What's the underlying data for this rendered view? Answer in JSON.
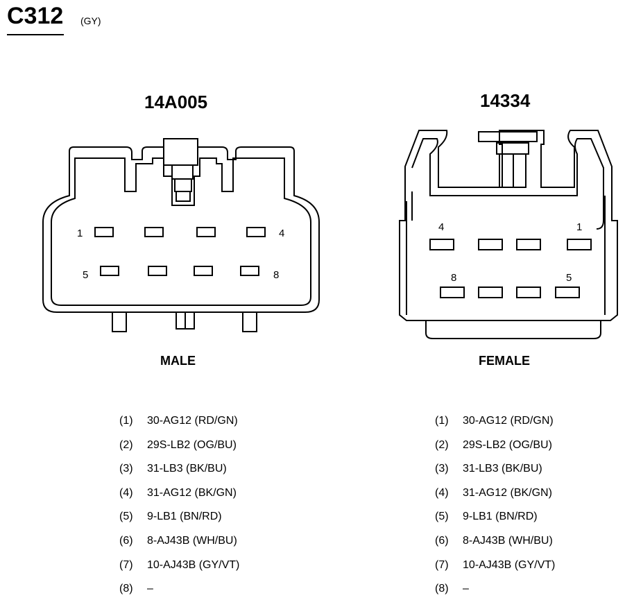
{
  "connector": {
    "id": "C312",
    "color_code": "(GY)"
  },
  "male": {
    "part_number": "14A005",
    "label": "MALE",
    "pins": [
      "1",
      "4",
      "5",
      "8"
    ]
  },
  "female": {
    "part_number": "14334",
    "label": "FEMALE",
    "pins": [
      "4",
      "1",
      "8",
      "5"
    ]
  },
  "pinout_male": [
    {
      "pin": "(1)",
      "wire": "30-AG12 (RD/GN)"
    },
    {
      "pin": "(2)",
      "wire": "29S-LB2 (OG/BU)"
    },
    {
      "pin": "(3)",
      "wire": "31-LB3 (BK/BU)"
    },
    {
      "pin": "(4)",
      "wire": "31-AG12 (BK/GN)"
    },
    {
      "pin": "(5)",
      "wire": "9-LB1 (BN/RD)"
    },
    {
      "pin": "(6)",
      "wire": "8-AJ43B (WH/BU)"
    },
    {
      "pin": "(7)",
      "wire": "10-AJ43B (GY/VT)"
    },
    {
      "pin": "(8)",
      "wire": "–"
    }
  ],
  "pinout_female": [
    {
      "pin": "(1)",
      "wire": "30-AG12 (RD/GN)"
    },
    {
      "pin": "(2)",
      "wire": "29S-LB2 (OG/BU)"
    },
    {
      "pin": "(3)",
      "wire": "31-LB3 (BK/BU)"
    },
    {
      "pin": "(4)",
      "wire": "31-AG12 (BK/GN)"
    },
    {
      "pin": "(5)",
      "wire": "9-LB1 (BN/RD)"
    },
    {
      "pin": "(6)",
      "wire": "8-AJ43B (WH/BU)"
    },
    {
      "pin": "(7)",
      "wire": "10-AJ43B (GY/VT)"
    },
    {
      "pin": "(8)",
      "wire": "–"
    }
  ]
}
